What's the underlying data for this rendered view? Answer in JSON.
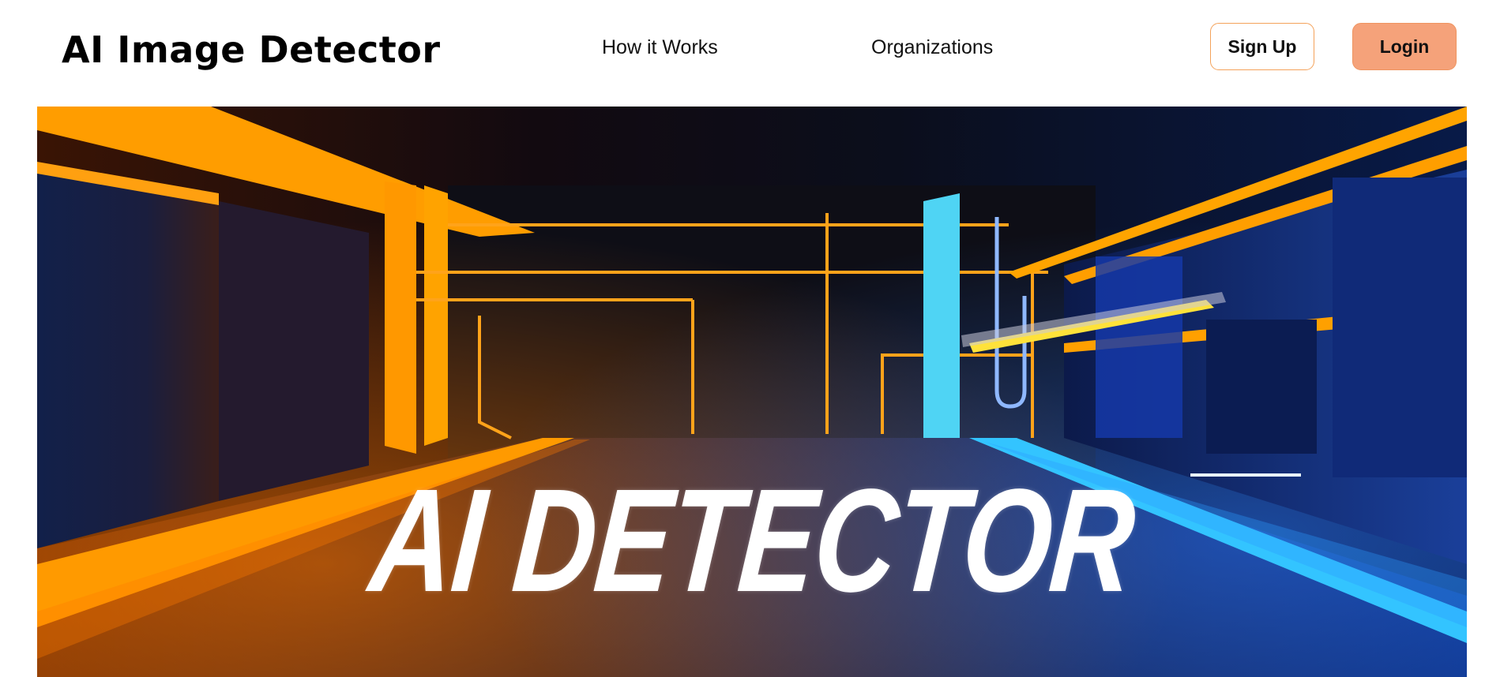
{
  "header": {
    "logo_text": "AI Image Detector",
    "nav": {
      "how_it_works": "How it Works",
      "organizations": "Organizations"
    },
    "signup_label": "Sign Up",
    "login_label": "Login"
  },
  "hero": {
    "title": "AI DETECTOR",
    "image_description_icon": "neon-corridor-illustration"
  },
  "colors": {
    "login_bg": "#f5a27a",
    "signup_border": "#f4a25a",
    "neon_orange": "#ff9a00",
    "neon_blue": "#29b6ff"
  }
}
